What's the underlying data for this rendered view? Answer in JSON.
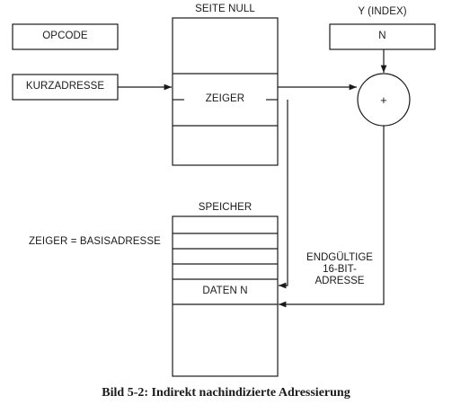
{
  "labels": {
    "opcode": "OPCODE",
    "kurzadresse": "KURZADRESSE",
    "seite_null": "SEITE NULL",
    "zeiger": "ZEIGER",
    "y_index": "Y (INDEX)",
    "n": "N",
    "plus": "+",
    "speicher": "SPEICHER",
    "zeiger_basis": "ZEIGER = BASISADRESSE",
    "daten_n": "DATEN N",
    "endgueltige_line1": "ENDGÜLTIGE",
    "endgueltige_line2": "16-BIT-",
    "endgueltige_line3": "ADRESSE"
  },
  "caption": "Bild 5-2: Indirekt nachindizierte Adressierung"
}
